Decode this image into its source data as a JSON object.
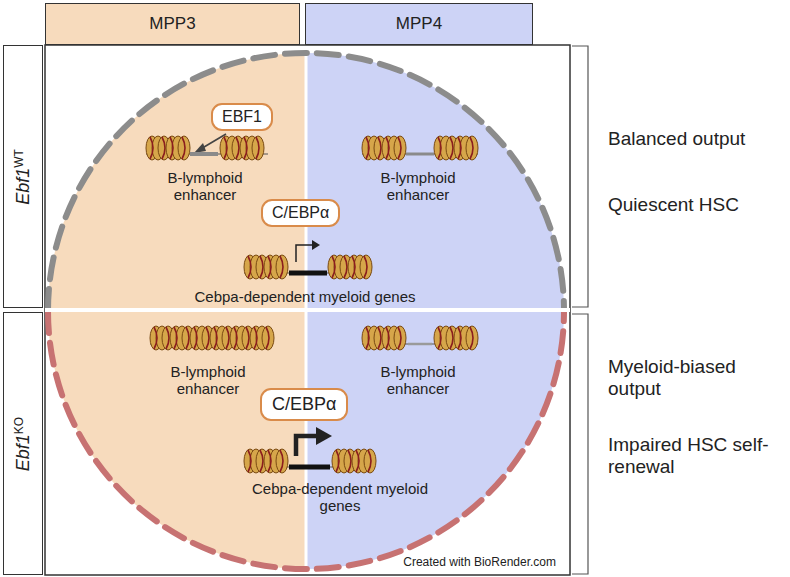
{
  "diagram": {
    "nodes": [
      {
        "text": [
          "MPP3"
        ]
      },
      {
        "text": [
          "MPP4"
        ]
      },
      {
        "text": [
          "Ebf1",
          "WT"
        ]
      },
      {
        "text": [
          "Ebf1",
          "KO"
        ]
      },
      {
        "text": [
          "EBF1"
        ]
      },
      {
        "text": [
          "C/EBPα"
        ]
      },
      {
        "text": [
          "C/EBPα"
        ]
      }
    ],
    "labels": [
      "B-lymphoid enhancer",
      "B-lymphoid enhancer",
      "Cebpa-dependent myeloid genes",
      "B-lymphoid enhancer",
      "B-lymphoid enhancer",
      "Cebpa-dependent myeloid genes",
      "Balanced output",
      "Quiescent HSC",
      "Myeloid-biased output",
      "Impaired HSC self-renewal",
      "Created with BioRender.com"
    ]
  }
}
